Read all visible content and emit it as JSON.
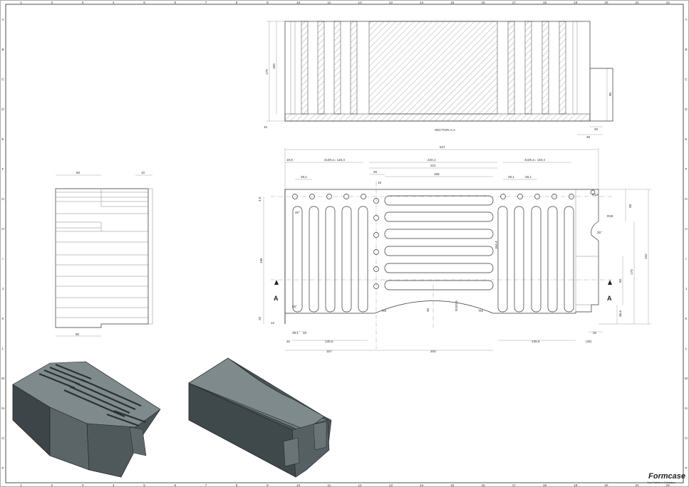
{
  "sheet": {
    "zone_numbers": [
      "1",
      "2",
      "3",
      "4",
      "5",
      "6",
      "7",
      "8",
      "9",
      "10",
      "11",
      "12",
      "13",
      "14",
      "15",
      "16",
      "17",
      "18",
      "19",
      "20",
      "21",
      "22"
    ],
    "zone_letters": [
      "A",
      "B",
      "C",
      "D",
      "E",
      "F",
      "G",
      "H",
      "I",
      "J",
      "K",
      "L",
      "M",
      "N",
      "O",
      "P"
    ]
  },
  "section_view": {
    "label": "SECTION A-A",
    "dims": {
      "overall_height": "170",
      "inner_height": "160",
      "base": "10",
      "right_step": "95",
      "bottom_right_a": "20",
      "bottom_right_b": "45"
    }
  },
  "side_view": {
    "dims": {
      "top_width": "80",
      "top_right": "10",
      "bottom_width": "80"
    }
  },
  "plan_view": {
    "section_marker": "A",
    "dims": {
      "overall": "547",
      "left_offset": "19,6",
      "left_pitch": "4x29,1= 116,4",
      "center_span_a": "240,1",
      "center_span_b": "221",
      "right_pitch": "4x29,1= 116,4",
      "center_slot": "185",
      "pitch_left": "29,1",
      "pitch_right_a": "29,1",
      "pitch_right_b": "29,1",
      "c26": "26",
      "c15": "15",
      "v58": "58",
      "v232": "232",
      "v173": "173",
      "v80": "80",
      "v365": "36,5",
      "v195": "195",
      "v20": "20",
      "v40": "40",
      "r_arc": "R320,5",
      "v164": "164,4",
      "bottom_left_a": "19,1",
      "bottom_left_b": "10",
      "bottom_left_c": "20",
      "bottom_135_left": "135,5",
      "bottom_157": "157",
      "bottom_200": "200",
      "bottom_135_right": "135,5",
      "bottom_20_right": "20",
      "bottom_45_right": "(45)",
      "left_12": "12",
      "left_4x": "4,5",
      "r8": "R8",
      "r25": "R25",
      "r10": "R10",
      "a45": "45°",
      "a25": "25°"
    }
  },
  "brand": {
    "name": "Formcase",
    "tagline": "Your Partner in Education"
  },
  "colors": {
    "model_body": "#4a5457",
    "model_light": "#6d787b",
    "model_top": "#7f8a8d"
  }
}
